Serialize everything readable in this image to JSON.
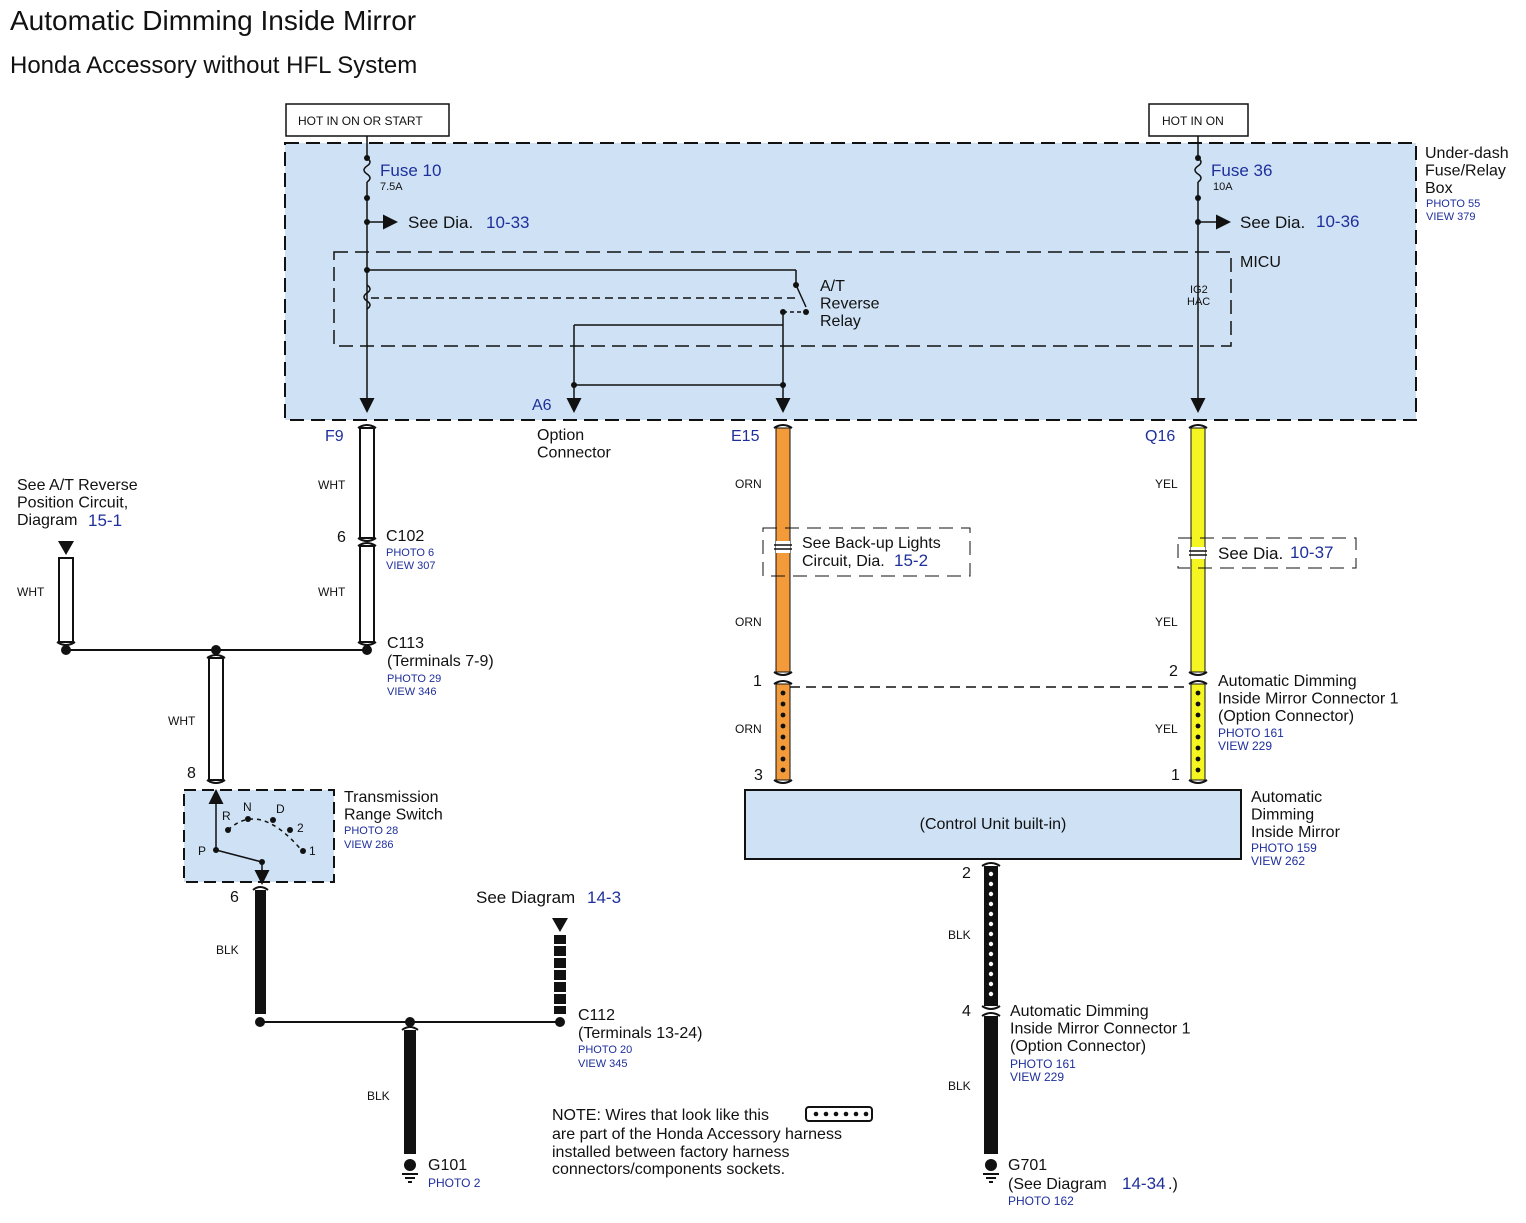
{
  "page": {
    "title": "Automatic Dimming Inside Mirror",
    "subtitle": "Honda Accessory without HFL System"
  },
  "power": {
    "hot_left": "HOT IN ON OR START",
    "hot_right": "HOT IN ON",
    "fuse_box_name": "Under-dash\nFuse/Relay\nBox",
    "fuse_box_photo": "PHOTO 55",
    "fuse_box_view": "VIEW 379",
    "fuse_left_name": "Fuse 10",
    "fuse_left_rating": "7.5A",
    "fuse_right_name": "Fuse 36",
    "fuse_right_rating": "10A",
    "see_left_prefix": "See Dia.",
    "see_left_ref": "10-33",
    "see_right_prefix": "See Dia.",
    "see_right_ref": "10-36",
    "micu": "MICU",
    "relay": "A/T\nReverse\nRelay",
    "ig2": "IG2",
    "hac": "HAC",
    "term_f9": "F9",
    "term_a6": "A6",
    "option_connector": "Option\nConnector",
    "term_e15": "E15",
    "term_q16": "Q16"
  },
  "wires": {
    "wht": "WHT",
    "orn": "ORN",
    "yel": "YEL",
    "blk": "BLK"
  },
  "wire_colors": {
    "orn": "#f39a3a",
    "yel": "#f5f521",
    "box_fill": "#cfe2f5"
  },
  "connectors": {
    "c102": "C102",
    "c102_pin": "6",
    "c102_photo": "PHOTO 6",
    "c102_view": "VIEW 307",
    "c113": "C113",
    "c113_terms": "(Terminals 7-9)",
    "c113_photo": "PHOTO 29",
    "c113_view": "VIEW 346",
    "c112": "C112",
    "c112_terms": "(Terminals 13-24)",
    "c112_photo": "PHOTO 20",
    "c112_view": "VIEW 345",
    "mirror_conn_name": "Automatic Dimming\nInside Mirror Connector 1\n(Option Connector)",
    "mirror_conn_top_photo": "PHOTO 161",
    "mirror_conn_top_view": "VIEW 229",
    "mirror_conn_bot_photo": "PHOTO 161",
    "mirror_conn_bot_view": "VIEW 229",
    "pin_1": "1",
    "pin_2": "2",
    "pin_3": "3",
    "pin_1b": "1",
    "pin_2b": "2",
    "pin_4": "4"
  },
  "refs": {
    "atrev_text": "See A/T Reverse\nPosition Circuit,\nDiagram",
    "atrev_ref": "15-1",
    "backup_text_1": "See Back-up Lights",
    "backup_text_2": "Circuit, Dia.",
    "backup_ref": "15-2",
    "yel_see_prefix": "See Dia.",
    "yel_see_ref": "10-37",
    "diag143_prefix": "See Diagram",
    "diag143_ref": "14-3"
  },
  "components": {
    "trs_name": "Transmission\nRange Switch",
    "trs_photo": "PHOTO 28",
    "trs_view": "VIEW 286",
    "trs_pin_top": "8",
    "trs_pin_bot": "6",
    "pos_p": "P",
    "pos_r": "R",
    "pos_n": "N",
    "pos_d": "D",
    "pos_2": "2",
    "pos_1": "1",
    "mirror_name": "Automatic\nDimming\nInside Mirror",
    "mirror_inner": "(Control Unit built-in)",
    "mirror_photo": "PHOTO 159",
    "mirror_view": "VIEW 262"
  },
  "grounds": {
    "g101": "G101",
    "g101_photo": "PHOTO 2",
    "g701": "G701",
    "g701_see_prefix": "(See Diagram",
    "g701_ref": "14-34",
    "g701_suffix": ".)",
    "g701_photo": "PHOTO 162"
  },
  "note": {
    "line1": "NOTE: Wires that look like this",
    "line2": "are part of the Honda Accessory harness",
    "line3": "installed between factory harness",
    "line4": "connectors/components sockets."
  }
}
